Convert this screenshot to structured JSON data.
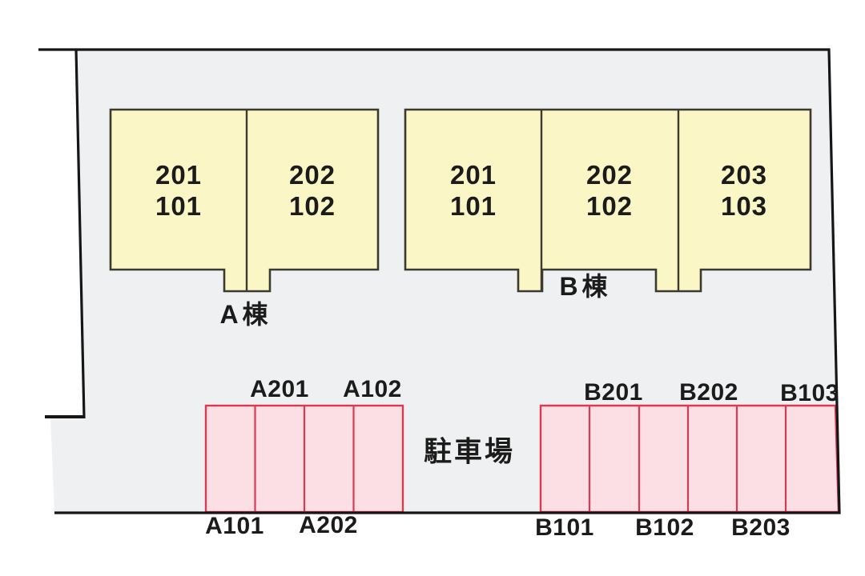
{
  "colors": {
    "page_bg": "#ffffff",
    "site_fill": "#eef0f2",
    "boundary": "#161616",
    "building_fill": "#faf6c6",
    "building_stroke": "#3a3a30",
    "parking_fill": "#fcdfe5",
    "parking_stroke": "#d93a52",
    "text": "#1b1b1b"
  },
  "buildings": {
    "a": {
      "label": "A棟",
      "units": [
        {
          "upper": "201",
          "lower": "101"
        },
        {
          "upper": "202",
          "lower": "102"
        }
      ]
    },
    "b": {
      "label": "B棟",
      "units": [
        {
          "upper": "201",
          "lower": "101"
        },
        {
          "upper": "202",
          "lower": "102"
        },
        {
          "upper": "203",
          "lower": "103"
        }
      ]
    }
  },
  "parking": {
    "area_label": "駐車場",
    "a": {
      "top_labels": [
        "A201",
        "A102"
      ],
      "bottom_labels": [
        "A101",
        "A202"
      ]
    },
    "b": {
      "top_labels": [
        "B201",
        "B202",
        "B103"
      ],
      "bottom_labels": [
        "B101",
        "B102",
        "B203"
      ]
    }
  }
}
